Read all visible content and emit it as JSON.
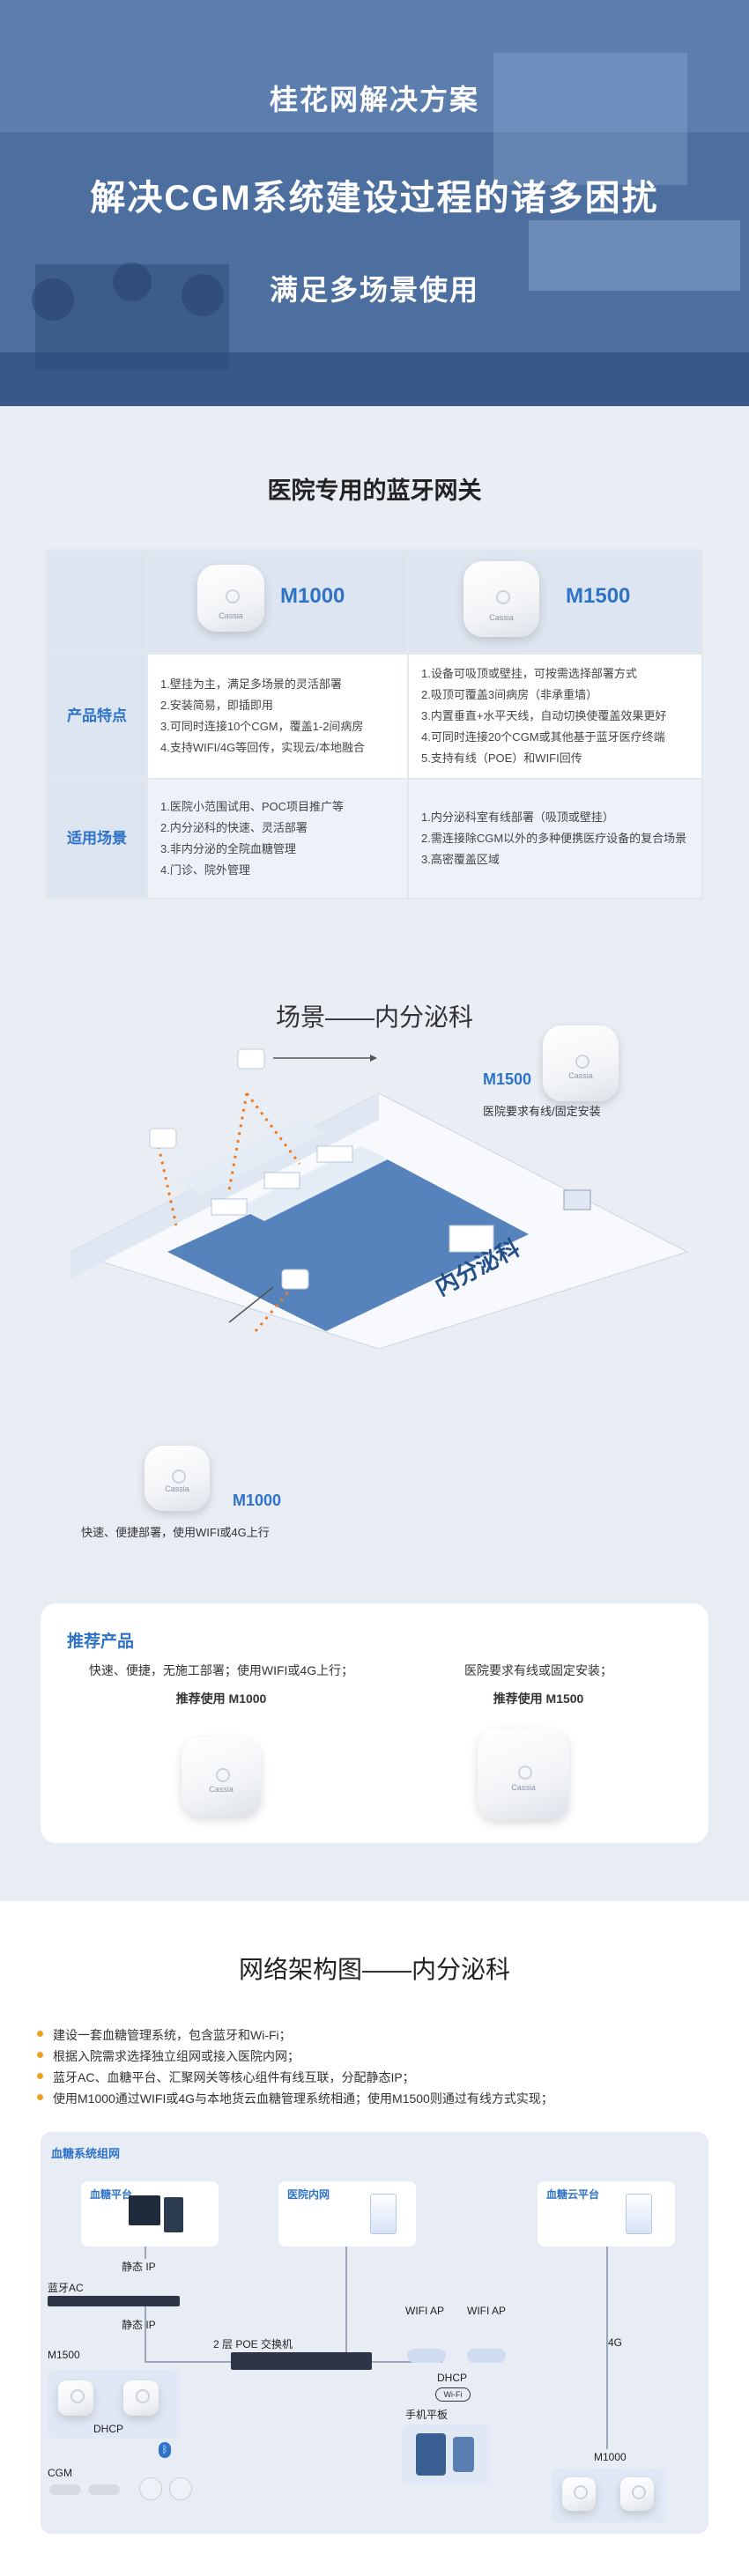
{
  "hero": {
    "line1": "桂花网解决方案",
    "line2": "解决CGM系统建设过程的诸多困扰",
    "line3": "满足多场景使用"
  },
  "section1": {
    "title": "医院专用的蓝牙网关",
    "products": [
      {
        "name": "M1000",
        "logo": "Cassia"
      },
      {
        "name": "M1500",
        "logo": "Cassia"
      }
    ],
    "rows": [
      {
        "label": "产品特点",
        "m1000": [
          "1.壁挂为主，满足多场景的灵活部署",
          "2.安装简易，即插即用",
          "3.可同时连接10个CGM，覆盖1-2间病房",
          "4.支持WIFI/4G等回传，实现云/本地融合"
        ],
        "m1500": [
          "1.设备可吸顶或壁挂，可按需选择部署方式",
          "2.吸顶可覆盖3间病房（非承重墙）",
          "3.内置垂直+水平天线，自动切换使覆盖效果更好",
          "4.可同时连接20个CGM或其他基于蓝牙医疗终端",
          "5.支持有线（POE）和WIFI回传"
        ]
      },
      {
        "label": "适用场景",
        "m1000": [
          "1.医院小范围试用、POC项目推广等",
          "2.内分泌科的快速、灵活部署",
          "3.非内分泌的全院血糖管理",
          "4.门诊、院外管理"
        ],
        "m1500": [
          "1.内分泌科室有线部署（吸顶或壁挂）",
          "2.需连接除CGM以外的多种便携医疗设备的复合场景",
          "3.高密覆盖区域"
        ]
      }
    ]
  },
  "scene": {
    "title": "场景——内分泌科",
    "m1500_label": "M1500",
    "m1500_desc": "医院要求有线/固定安装",
    "m1000_label": "M1000",
    "m1000_desc": "快速、便捷部署，使用WIFI或4G上行",
    "floor_sign": "内分泌科"
  },
  "recommend": {
    "title": "推荐产品",
    "left_desc": "快速、便捷，无施工部署；使用WIFI或4G上行；",
    "left_use": "推荐使用 M1000",
    "right_desc": "医院要求有线或固定安装；",
    "right_use": "推荐使用 M1500"
  },
  "section3": {
    "title": "网络架构图——内分泌科",
    "bullets": [
      "建设一套血糖管理系统，包含蓝牙和Wi-Fi；",
      "根据入院需求选择独立组网或接入医院内网；",
      "蓝牙AC、血糖平台、汇聚网关等核心组件有线互联，分配静态IP；",
      "使用M1000通过WIFI或4G与本地货云血糖管理系统相通；使用M1500则通过有线方式实现；"
    ],
    "diagram": {
      "title": "血糖系统组网",
      "platform": "血糖平台",
      "hospital_net": "医院内网",
      "cloud": "血糖云平台",
      "static_ip_1": "静态 IP",
      "bt_ac": "蓝牙AC",
      "static_ip_2": "静态 IP",
      "poe_switch": "2 层 POE 交换机",
      "m1500": "M1500",
      "dhcp_1": "DHCP",
      "cgm": "CGM",
      "wifi_ap_1": "WIFI AP",
      "wifi_ap_2": "WIFI AP",
      "dhcp_2": "DHCP",
      "tablet": "手机平板",
      "g4": "4G",
      "m1000": "M1000"
    }
  },
  "colors": {
    "accent": "#2e73c7",
    "bullet": "#f0a020",
    "arrow": "#f07a20"
  }
}
